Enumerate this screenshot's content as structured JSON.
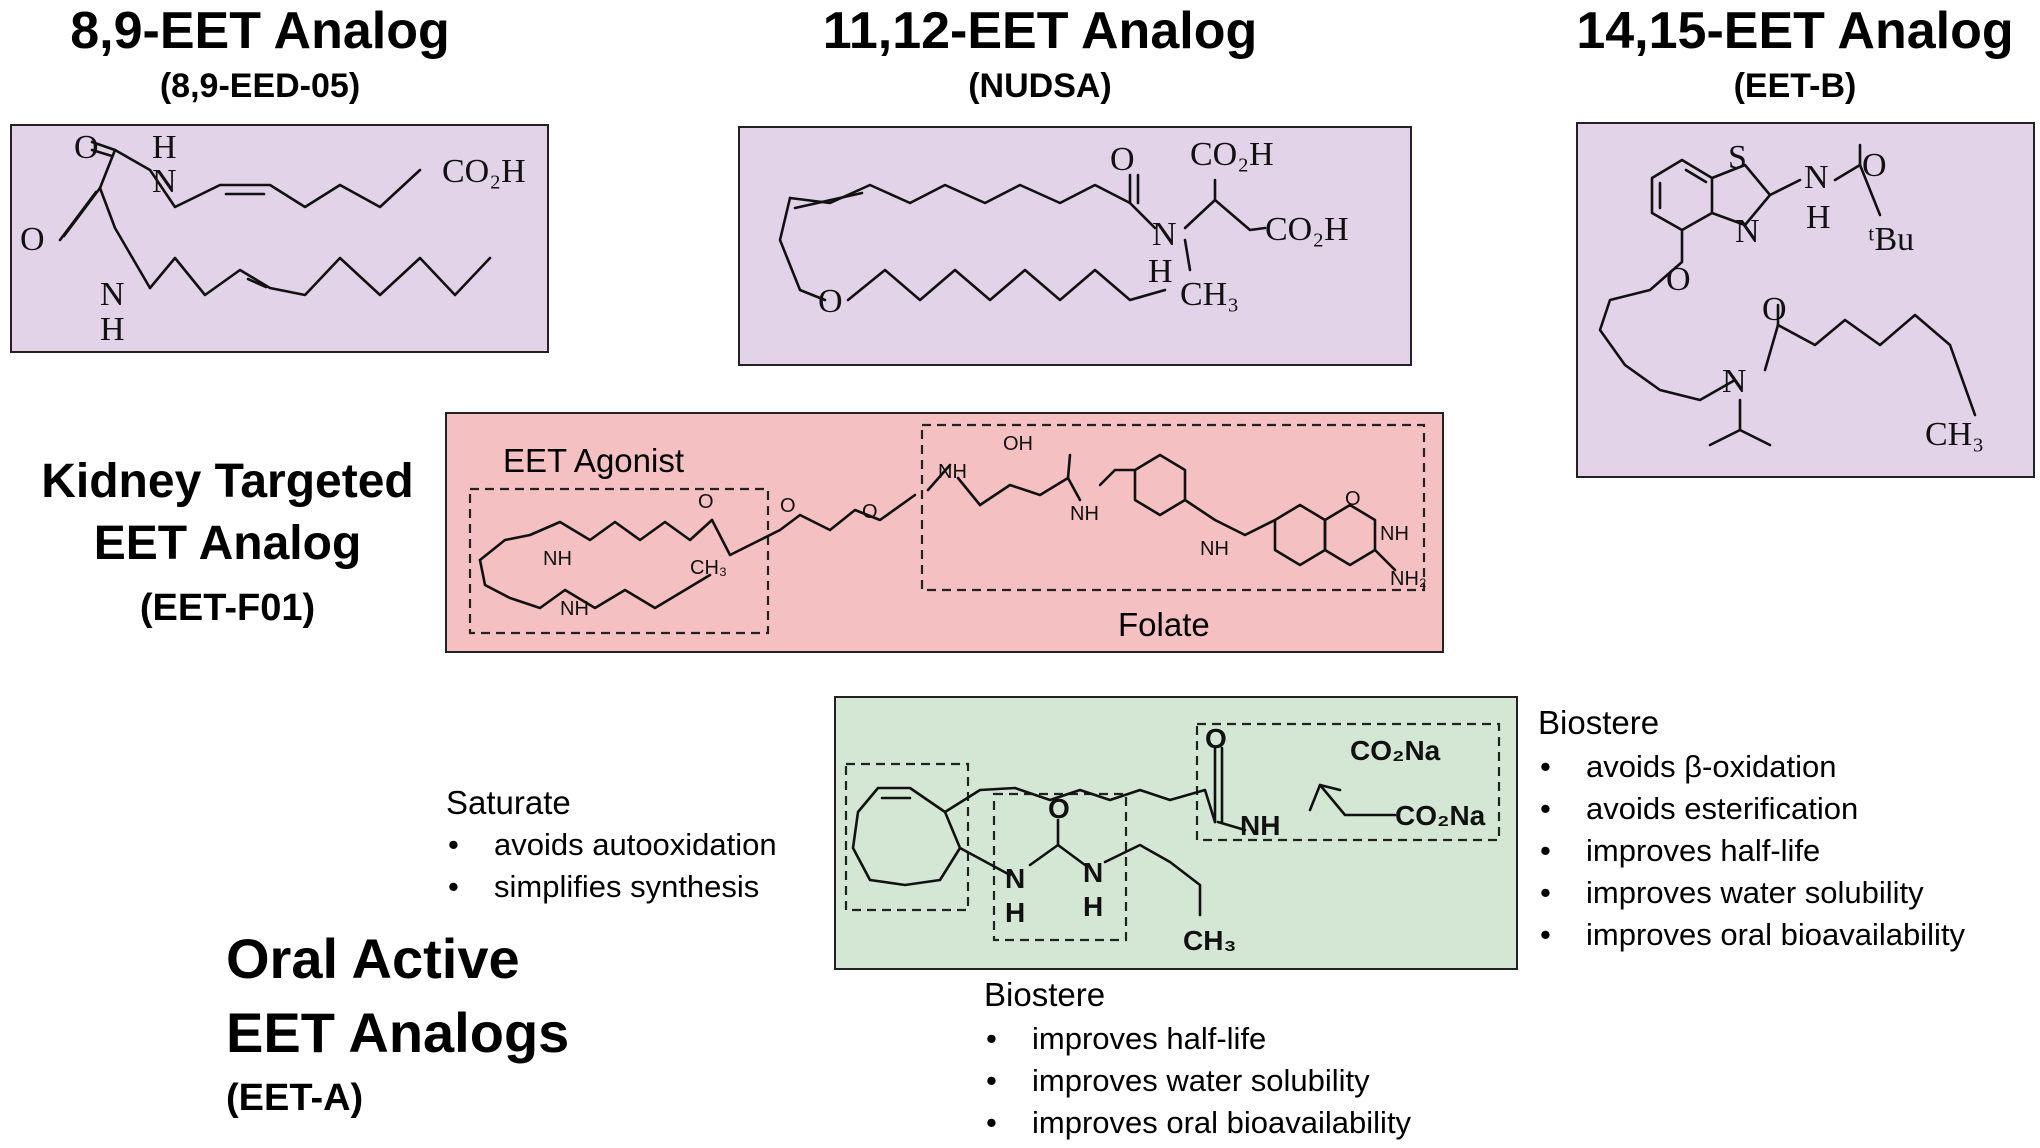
{
  "top": {
    "a": {
      "title": "8,9-EET Analog",
      "subtitle": "(8,9-EED-05)"
    },
    "b": {
      "title": "11,12-EET Analog",
      "subtitle": "(NUDSA)"
    },
    "c": {
      "title": "14,15-EET Analog",
      "subtitle": "(EET-B)"
    }
  },
  "kidney": {
    "line1": "Kidney Targeted",
    "line2": "EET Analog",
    "line3": "(EET-F01)",
    "agonist_label": "EET Agonist",
    "folate_label": "Folate"
  },
  "oral": {
    "line1": "Oral Active",
    "line2": "EET Analogs",
    "line3": "(EET-A)",
    "saturate": {
      "title": "Saturate",
      "items": [
        "avoids autooxidation",
        "simplifies synthesis"
      ]
    },
    "biostere_right": {
      "title": "Biostere",
      "items": [
        "avoids β-oxidation",
        "avoids esterification",
        "improves half-life",
        "improves water solubility",
        "improves oral bioavailability"
      ]
    },
    "biostere_bottom": {
      "title": "Biostere",
      "items": [
        "improves half-life",
        "improves water solubility",
        "improves oral bioavailability"
      ]
    }
  },
  "atoms": {
    "o": "O",
    "n": "N",
    "h": "H",
    "s": "S",
    "nh": "NH",
    "co2h": "CO₂H",
    "ch3": "CH₃",
    "tbu": "ᵗBu",
    "oh": "OH",
    "nh2": "NH₂",
    "co2na": "CO₂Na"
  },
  "colors": {
    "purple_box": "#e2d3e8",
    "pink_box": "#f4c0c2",
    "green_box": "#d3e7d4"
  }
}
